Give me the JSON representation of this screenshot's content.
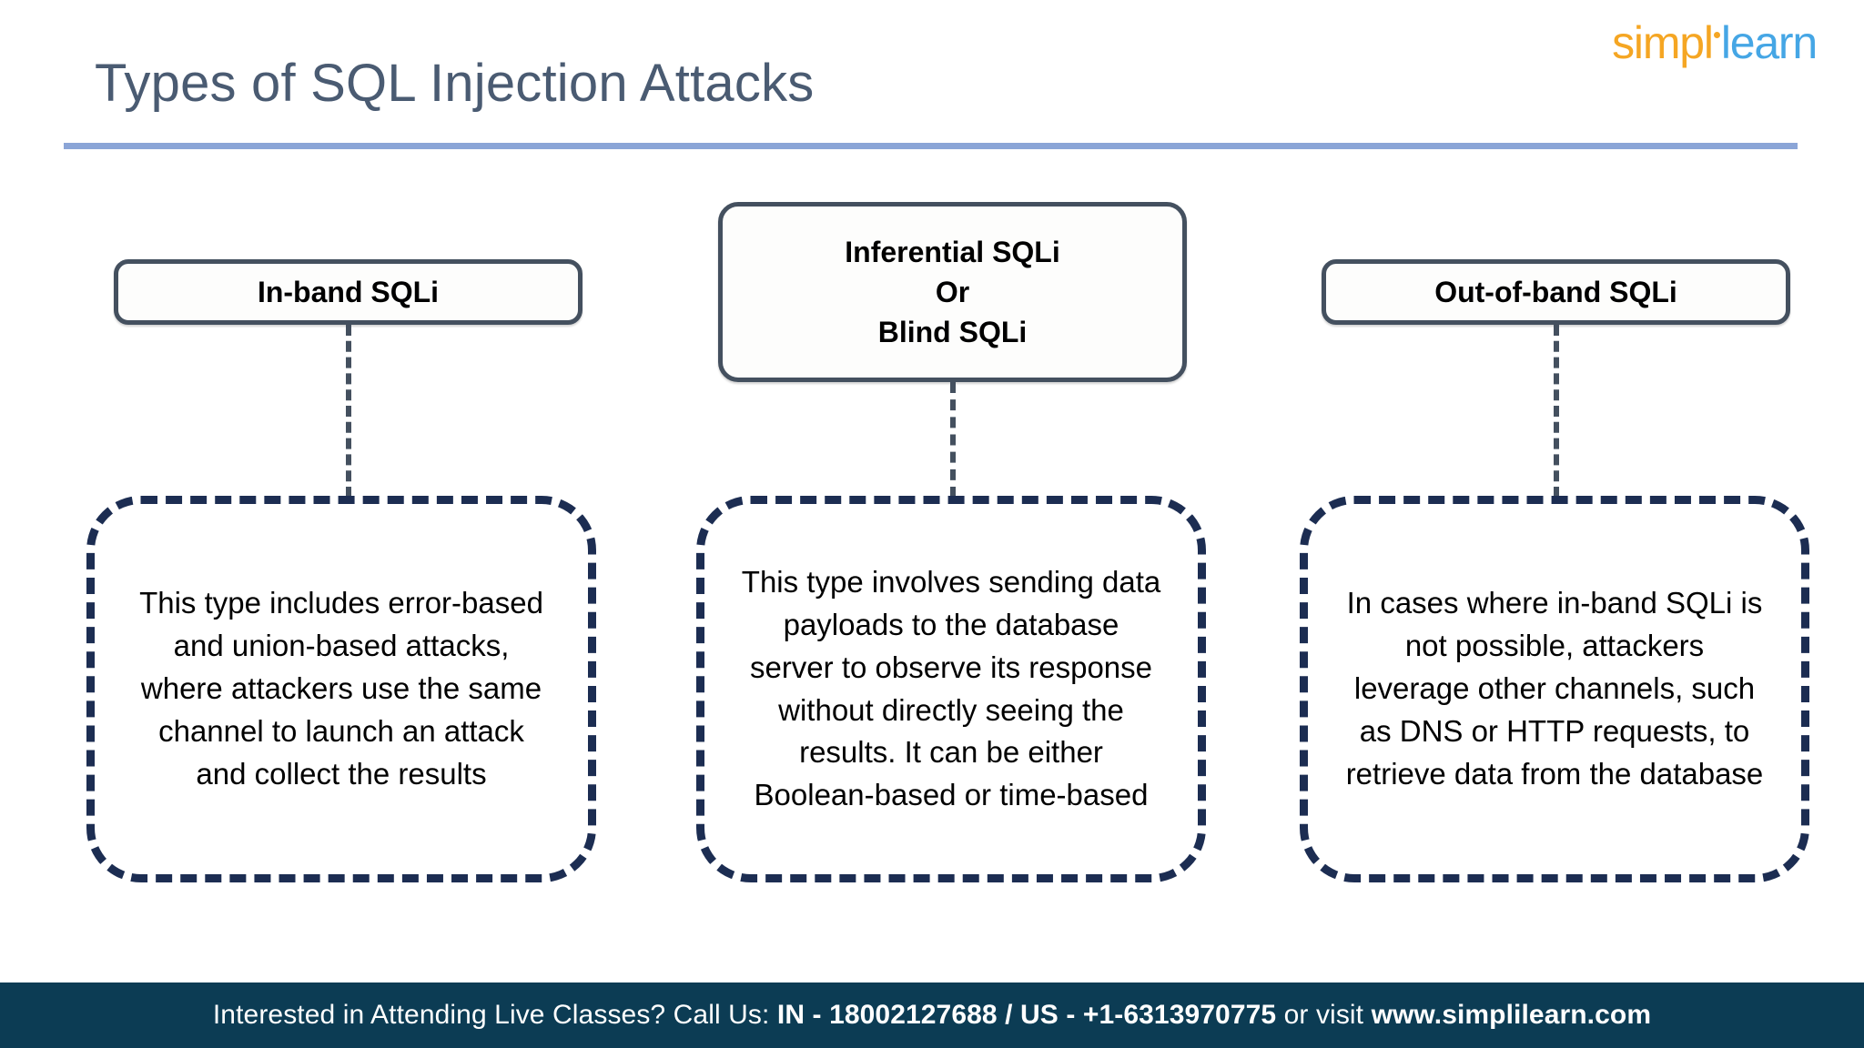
{
  "slide": {
    "title": "Types of SQL Injection Attacks",
    "title_color": "#4a5b72",
    "divider_color": "#8ba5d7",
    "background_color": "#ffffff"
  },
  "logo": {
    "part_one": "simpl",
    "part_two": "learn",
    "part_one_color": "#f5a623",
    "part_two_color": "#45a6e5",
    "dot_icon": "logo-dot-icon"
  },
  "columns": [
    {
      "id": "in-band",
      "header_lines": [
        "In-band SQLi"
      ],
      "header_border_color": "#44505f",
      "body_border_color": "#1c2d52",
      "body_text": "This type includes error-based and union-based attacks, where attackers use the same channel to launch an attack and collect the results"
    },
    {
      "id": "inferential",
      "header_lines": [
        "Inferential SQLi",
        "Or",
        "Blind SQLi"
      ],
      "header_border_color": "#44505f",
      "body_border_color": "#1c2d52",
      "body_text": "This type involves sending data payloads to the database server to observe its response without directly seeing the results. It can be either Boolean-based or time-based"
    },
    {
      "id": "out-of-band",
      "header_lines": [
        "Out-of-band SQLi"
      ],
      "header_border_color": "#44505f",
      "body_border_color": "#1c2d52",
      "body_text": "In cases where in-band SQLi is not possible, attackers leverage other channels, such as DNS or HTTP requests, to retrieve data from the database"
    }
  ],
  "footer": {
    "background_color": "#0c3c54",
    "text_color": "#ffffff",
    "lead": "Interested in Attending Live Classes? Call Us: ",
    "phone_in": "IN - 18002127688",
    "separator": " / ",
    "phone_us": "US - +1-6313970775",
    "middle": " or visit ",
    "website": "www.simplilearn.com"
  }
}
